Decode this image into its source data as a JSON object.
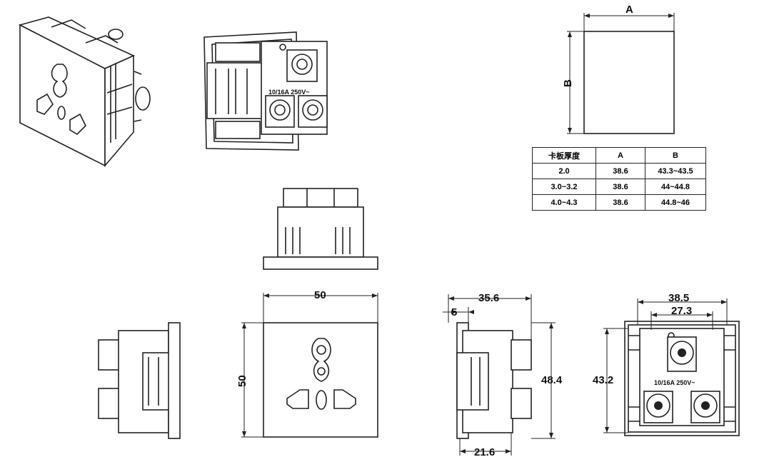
{
  "spec_table": {
    "headers": [
      "卡板厚度",
      "A",
      "B"
    ],
    "rows": [
      [
        "2.0",
        "38.6",
        "43.3~43.5"
      ],
      [
        "3.0~3.2",
        "38.6",
        "44~44.8"
      ],
      [
        "4.0~4.3",
        "38.6",
        "44.8~46"
      ]
    ]
  },
  "panel_cutout": {
    "width_label": "A",
    "height_label": "B"
  },
  "socket_rating": "10/16A  250V~",
  "dimensions": {
    "front_width": "50",
    "front_height": "50",
    "side_depth": "35.6",
    "side_flange": "5",
    "side_height": "48.4",
    "side_bottom": "21.6",
    "back_outer_width": "38.5",
    "back_inner_width": "27.3",
    "back_height": "43.2"
  }
}
